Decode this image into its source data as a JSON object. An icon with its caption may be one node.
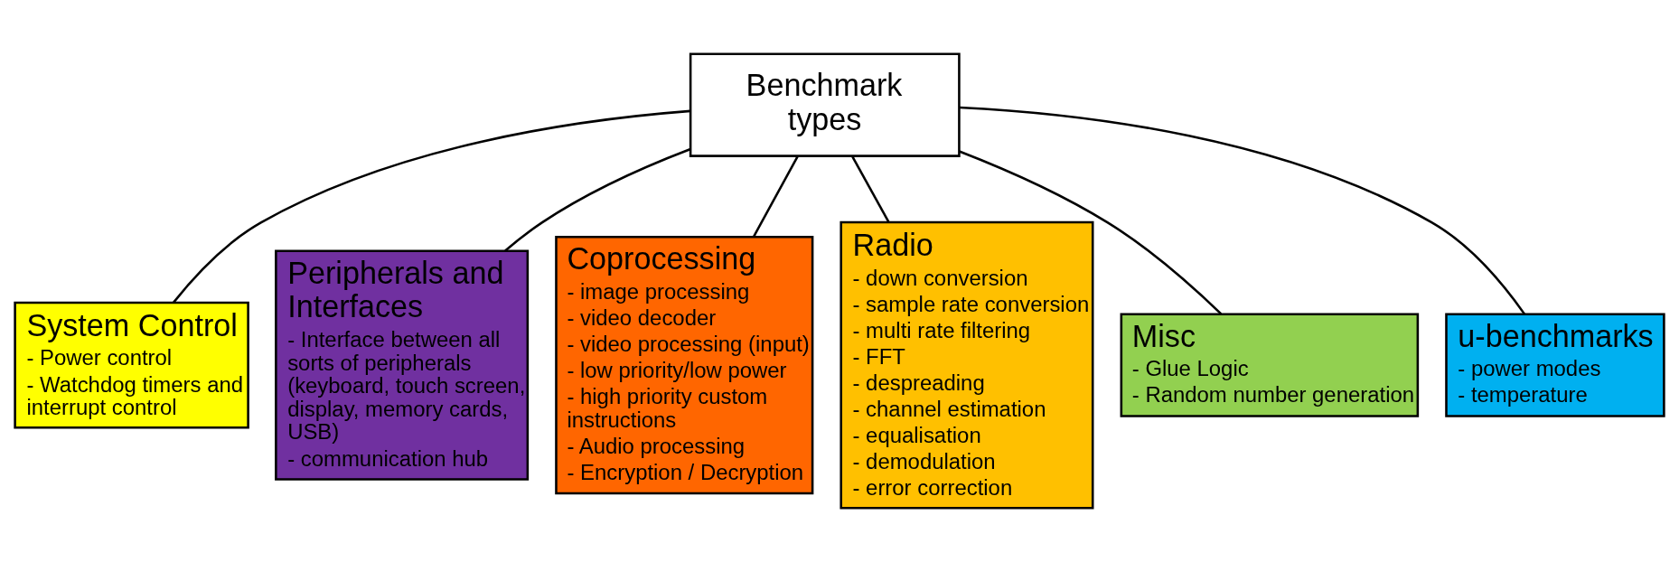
{
  "diagram": {
    "nodes": [
      {
        "text": [
          "Benchmark types"
        ]
      },
      {
        "text": [
          "System Control",
          "- Power control",
          "- Watchdog timers and interrupt control"
        ]
      },
      {
        "text": [
          "Peripherals and Interfaces",
          "- Interface between all sorts of peripherals (keyboard, touch screen, display, memory cards, USB)",
          "- communication hub"
        ]
      },
      {
        "text": [
          "Coprocessing",
          "- image processing",
          "- video decoder",
          "- video processing (input)",
          "- low priority/low power",
          "- high priority custom instructions",
          "- Audio processing",
          "- Encryption / Decryption"
        ]
      },
      {
        "text": [
          "Radio",
          "- down conversion",
          "- sample rate conversion",
          "- multi rate filtering",
          "- FFT",
          "- despreading",
          "- channel estimation",
          "- equalisation",
          "- demodulation",
          "- error correction"
        ]
      },
      {
        "text": [
          "Misc",
          "- Glue Logic",
          "- Random number generation"
        ]
      },
      {
        "text": [
          "u-benchmarks",
          "- power modes",
          "- temperature"
        ]
      }
    ],
    "edges": [
      {
        "from": 0,
        "to": 1,
        "arrow": "none"
      },
      {
        "from": 0,
        "to": 2,
        "arrow": "none"
      },
      {
        "from": 0,
        "to": 3,
        "arrow": "none"
      },
      {
        "from": 0,
        "to": 4,
        "arrow": "none"
      },
      {
        "from": 0,
        "to": 5,
        "arrow": "none"
      },
      {
        "from": 0,
        "to": 6,
        "arrow": "none"
      }
    ]
  }
}
